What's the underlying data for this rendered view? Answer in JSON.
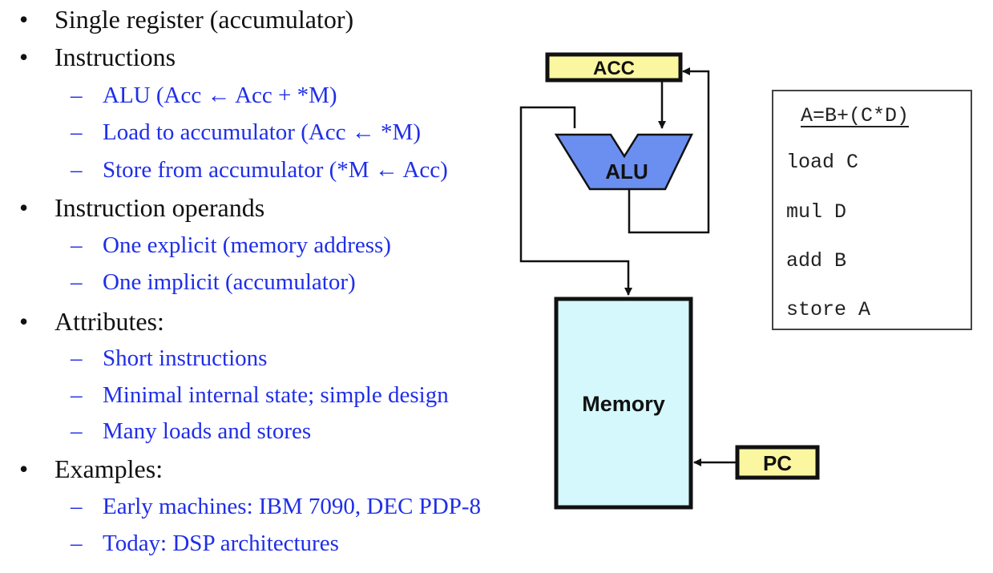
{
  "bullets": [
    {
      "text": "Single register (accumulator)",
      "subs": []
    },
    {
      "text": "Instructions",
      "subs": [
        "ALU (Acc ← Acc + *M)",
        "Load to accumulator (Acc ← *M)",
        "Store from accumulator (*M  ← Acc)"
      ]
    },
    {
      "text": "Instruction operands",
      "subs": [
        "One explicit (memory address)",
        "One implicit (accumulator)"
      ]
    },
    {
      "text": "Attributes:",
      "subs": [
        "Short instructions",
        "Minimal internal state; simple design",
        "Many loads and stores"
      ]
    },
    {
      "text": "Examples:",
      "subs": [
        "Early machines: IBM 7090, DEC PDP-8",
        "Today: DSP architectures"
      ]
    }
  ],
  "bullet_glyph": "•",
  "dash_glyph": "–",
  "diagram": {
    "acc_label": "ACC",
    "alu_label": "ALU",
    "memory_label": "Memory",
    "pc_label": "PC",
    "colors": {
      "register_fill": "#fbf7a0",
      "alu_fill": "#6b8ff0",
      "memory_fill": "#d4f8fb"
    }
  },
  "code_example": {
    "title": "A=B+(C*D)",
    "lines": [
      "load C",
      "mul D",
      "add B",
      "store A"
    ]
  }
}
